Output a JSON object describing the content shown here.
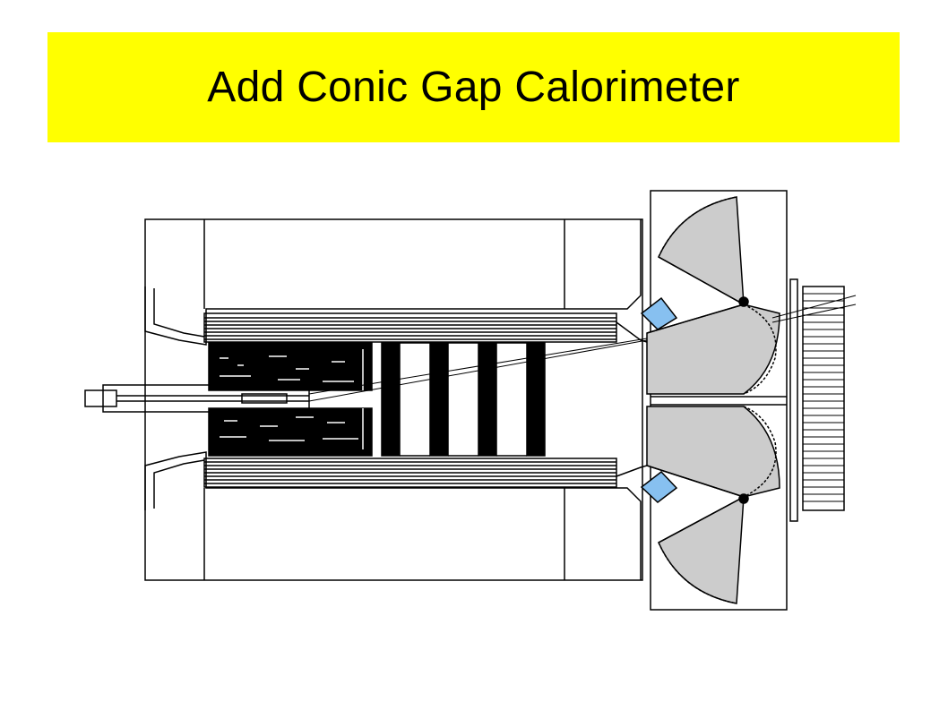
{
  "slide": {
    "title": "Add Conic Gap Calorimeter"
  },
  "colors": {
    "title_background": "#ffff00",
    "calorimeter_fill": "#cccccc",
    "gap_element_fill": "#87c0f0",
    "ink": "#000000"
  },
  "diagram": {
    "description_labels": [],
    "components": [
      "beam-pipe",
      "solenoid-coil",
      "barrel-yoke",
      "inner-tracker",
      "vertex-disks",
      "conic-gap-calorimeter",
      "endcap-module"
    ]
  }
}
